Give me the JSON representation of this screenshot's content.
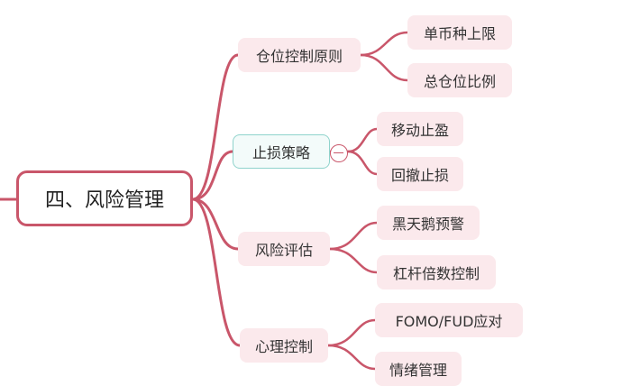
{
  "root": {
    "label": "四、风险管理"
  },
  "branches": [
    {
      "label": "仓位控制原则",
      "children": [
        "单币种上限",
        "总仓位比例"
      ]
    },
    {
      "label": "止损策略",
      "children": [
        "移动止盈",
        "回撤止损"
      ]
    },
    {
      "label": "风险评估",
      "children": [
        "黑天鹅预警",
        "杠杆倍数控制"
      ]
    },
    {
      "label": "心理控制",
      "children": [
        "FOMO/FUD应对",
        "情绪管理"
      ]
    }
  ],
  "colors": {
    "line": "#c9566a",
    "node_fill": "#fbe9ec",
    "selected_border": "#8fd3cc"
  }
}
